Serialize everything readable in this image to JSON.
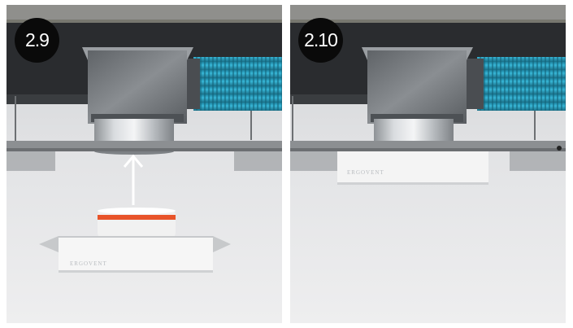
{
  "panels": [
    {
      "step_label": "2.9",
      "brand_text": "ERGOVENT"
    },
    {
      "step_label": "2.10",
      "brand_text": "ERGOVENT"
    }
  ],
  "colors": {
    "ceiling_dark": "#2a2c2f",
    "concrete": "#8f8f8c",
    "duct_blue": "#27a6c7",
    "seal_orange": "#e8542a",
    "room_light": "#e8e9ea",
    "badge": "#0a0a0a"
  }
}
